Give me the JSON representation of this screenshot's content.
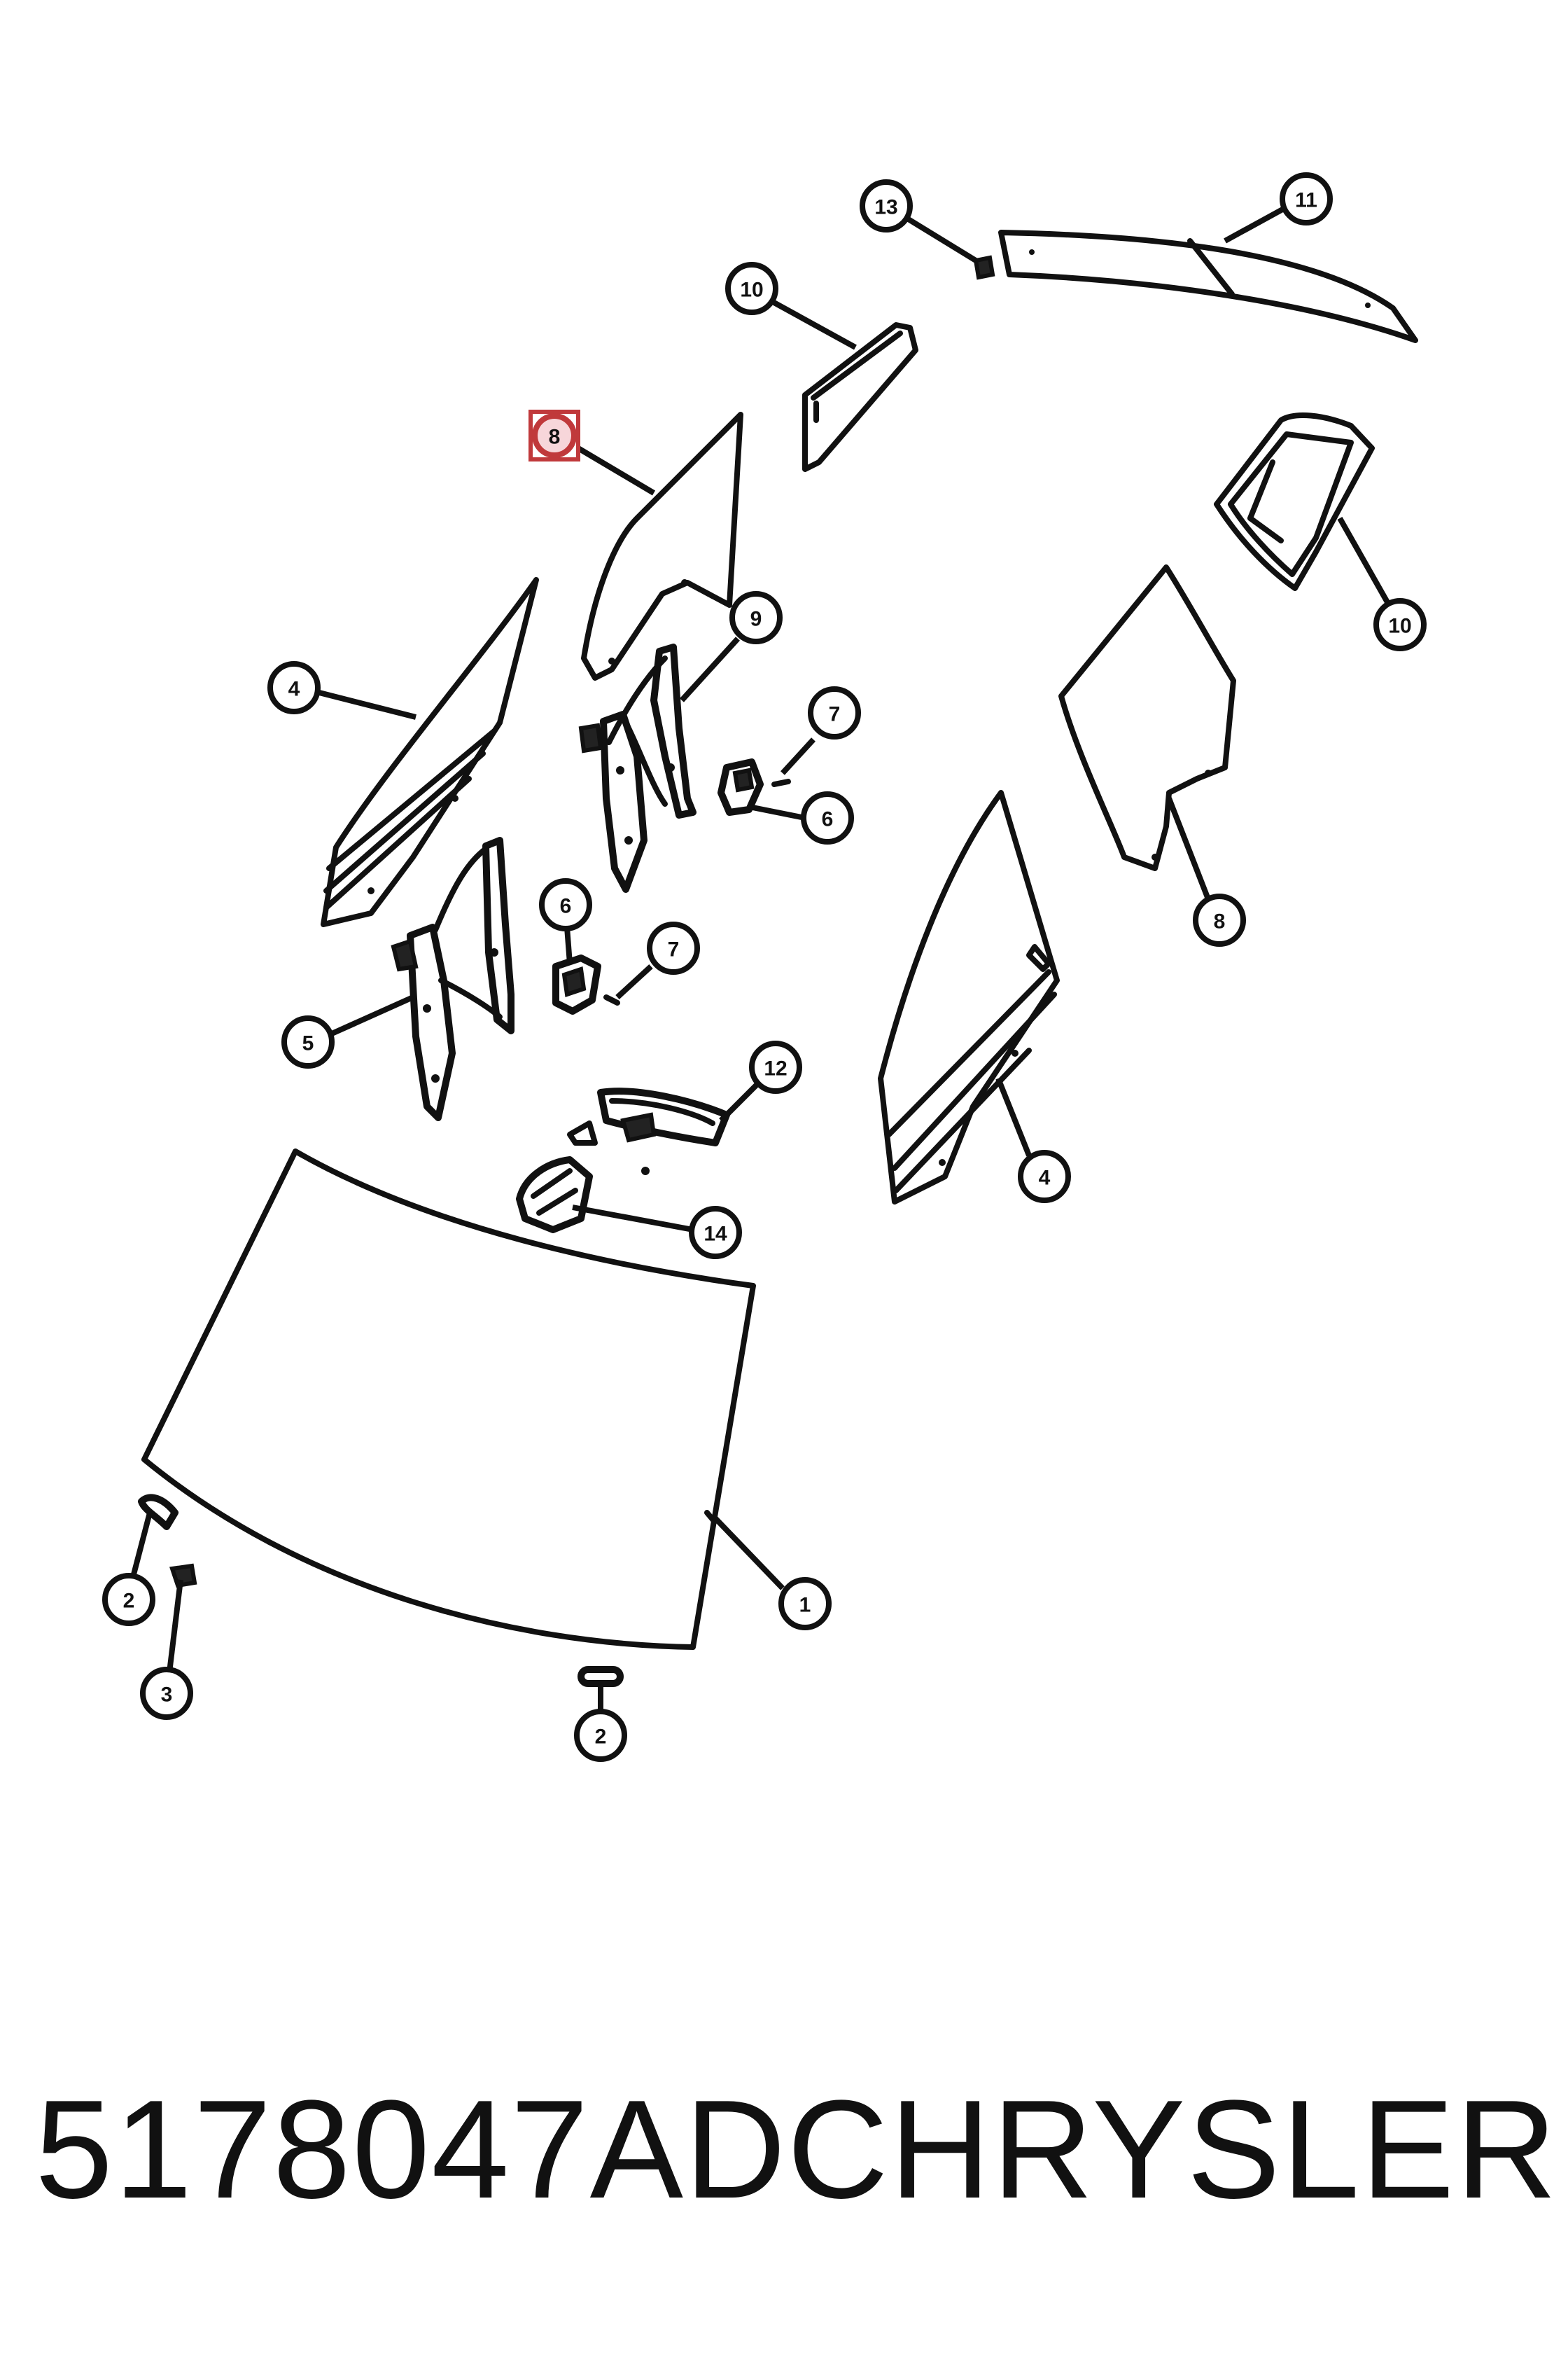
{
  "caption": {
    "part_number": "5178047AD",
    "brand": "CHRYSLER"
  },
  "colors": {
    "line": "#111111",
    "highlight": "#c0393b",
    "highlight_fill": "#f7d6da"
  },
  "callouts": [
    {
      "id": "c13",
      "label": "13"
    },
    {
      "id": "c11",
      "label": "11"
    },
    {
      "id": "c10a",
      "label": "10"
    },
    {
      "id": "c8a",
      "label": "8",
      "highlighted": true
    },
    {
      "id": "c10b",
      "label": "10"
    },
    {
      "id": "c9",
      "label": "9"
    },
    {
      "id": "c4a",
      "label": "4"
    },
    {
      "id": "c7a",
      "label": "7"
    },
    {
      "id": "c6a",
      "label": "6"
    },
    {
      "id": "c6b",
      "label": "6"
    },
    {
      "id": "c7b",
      "label": "7"
    },
    {
      "id": "c8b",
      "label": "8"
    },
    {
      "id": "c5",
      "label": "5"
    },
    {
      "id": "c12",
      "label": "12"
    },
    {
      "id": "c4b",
      "label": "4"
    },
    {
      "id": "c14",
      "label": "14"
    },
    {
      "id": "c1",
      "label": "1"
    },
    {
      "id": "c2a",
      "label": "2"
    },
    {
      "id": "c3",
      "label": "3"
    },
    {
      "id": "c2b",
      "label": "2"
    }
  ]
}
